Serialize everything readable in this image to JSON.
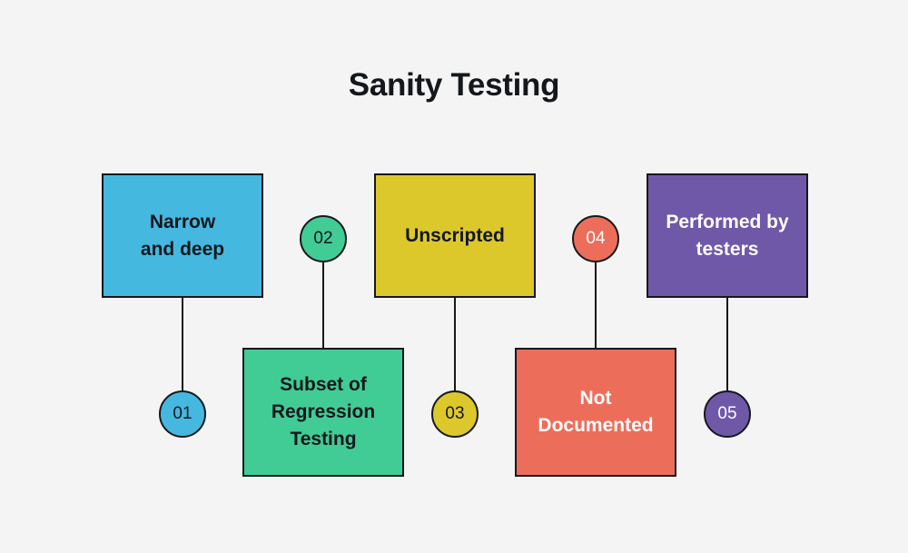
{
  "page": {
    "title": "Sanity Testing",
    "background_color": "#f4f4f4",
    "outline_color": "#16181d"
  },
  "diagram": {
    "type": "labelled-attribute-chart",
    "nodes": [
      {
        "number": "01",
        "label": "Narrow and deep",
        "label_lines": [
          "Narrow",
          "and deep"
        ],
        "color": "#45b8e0",
        "box_text_color": "#14171c",
        "circle_text_color": "#14171c",
        "box_position": "top",
        "circle_position": "bottom"
      },
      {
        "number": "02",
        "label": "Subset of Regression Testing",
        "label_lines": [
          "Subset of",
          "Regression",
          "Testing"
        ],
        "color": "#41cc96",
        "box_text_color": "#14171c",
        "circle_text_color": "#14171c",
        "box_position": "bottom",
        "circle_position": "top"
      },
      {
        "number": "03",
        "label": "Unscripted",
        "label_lines": [
          "Unscripted"
        ],
        "color": "#dcc82b",
        "box_text_color": "#14171c",
        "circle_text_color": "#14171c",
        "box_position": "top",
        "circle_position": "bottom"
      },
      {
        "number": "04",
        "label": "Not Documented",
        "label_lines": [
          "Not",
          "Documented"
        ],
        "color": "#ec6e5a",
        "box_text_color": "#fdfdfd",
        "circle_text_color": "#fdfdfd",
        "box_position": "bottom",
        "circle_position": "top"
      },
      {
        "number": "05",
        "label": "Performed by testers",
        "label_lines": [
          "Performed by",
          "testers"
        ],
        "color": "#6f58a8",
        "box_text_color": "#fdfdfd",
        "circle_text_color": "#fdfdfd",
        "box_position": "top",
        "circle_position": "bottom"
      }
    ]
  }
}
